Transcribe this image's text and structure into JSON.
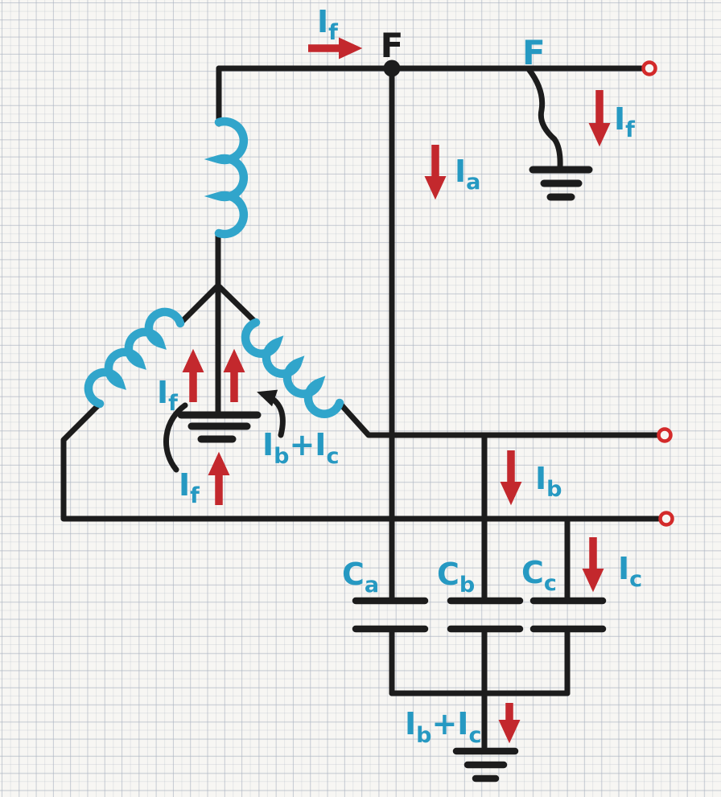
{
  "title": "Ground fault current distribution circuit diagram",
  "colors": {
    "wire_black": "#1c1c1c",
    "coil_blue": "#31a5cb",
    "label_teal": "#2699c2",
    "arrow_red": "#c3282d",
    "terminal_red": "#d32a2a",
    "paper": "#f7f6f3"
  },
  "labels": {
    "fault_point": "F",
    "fault_branch": "F",
    "current_if": {
      "main": "I",
      "sub": "f"
    },
    "current_ia": {
      "main": "I",
      "sub": "a"
    },
    "current_ib": {
      "main": "I",
      "sub": "b"
    },
    "current_ic": {
      "main": "I",
      "sub": "c"
    },
    "current_ibc": {
      "m1": "I",
      "s1": "b",
      "m2": "+I",
      "s2": "c"
    },
    "cap_a": {
      "main": "C",
      "sub": "a"
    },
    "cap_b": {
      "main": "C",
      "sub": "b"
    },
    "cap_c": {
      "main": "C",
      "sub": "c"
    }
  },
  "icons": [
    "ground-icon-fault-branch",
    "ground-icon-neutral",
    "ground-icon-capacitor-bank",
    "terminal-circle-icon"
  ]
}
